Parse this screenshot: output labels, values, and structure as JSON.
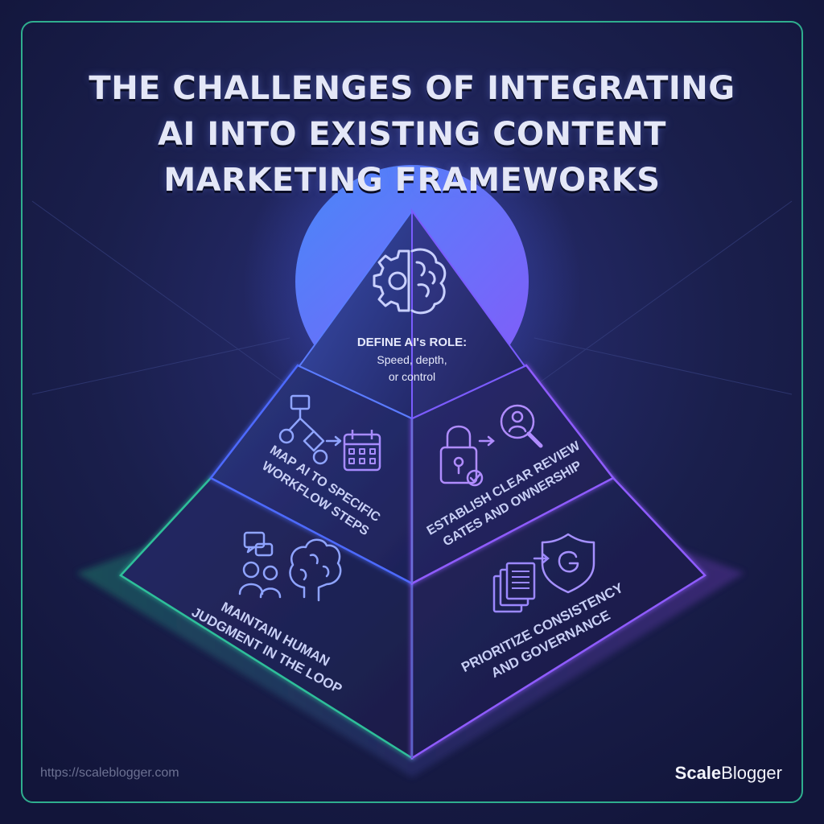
{
  "title_lines": [
    "THE CHALLENGES OF INTEGRATING",
    "AI INTO EXISTING CONTENT",
    "MARKETING FRAMEWORKS"
  ],
  "tiers": {
    "apex": {
      "title": "DEFINE AI's ROLE:",
      "line1": "Speed, depth,",
      "line2": "or control",
      "icon": "gear-brain-icon"
    },
    "middle_left": {
      "line1": "MAP AI TO SPECIFIC",
      "line2": "WORKFLOW STEPS",
      "icons": [
        "flowchart-icon",
        "calendar-icon"
      ]
    },
    "middle_right": {
      "line1": "ESTABLISH CLEAR REVIEW",
      "line2": "GATES AND OWNERSHIP",
      "icons": [
        "padlock-icon",
        "magnifier-person-icon"
      ]
    },
    "base_left": {
      "line1": "MAINTAIN HUMAN",
      "line2": "JUDGMENT IN THE LOOP",
      "icons": [
        "people-chat-icon",
        "brain-icon"
      ]
    },
    "base_right": {
      "line1": "PRIORITIZE CONSISTENCY",
      "line2": "AND GOVERNANCE",
      "icons": [
        "documents-icon",
        "shield-g-icon"
      ]
    }
  },
  "footer": {
    "url": "https://scaleblogger.com",
    "brand_bold": "Scale",
    "brand_light": "Blogger"
  },
  "colors": {
    "background": "#15193d",
    "frame": "#2fae8e",
    "accent_blue": "#4d6bff",
    "accent_violet": "#8f5bff",
    "accent_teal": "#2fbf9a",
    "text": "#e4e7f7"
  }
}
